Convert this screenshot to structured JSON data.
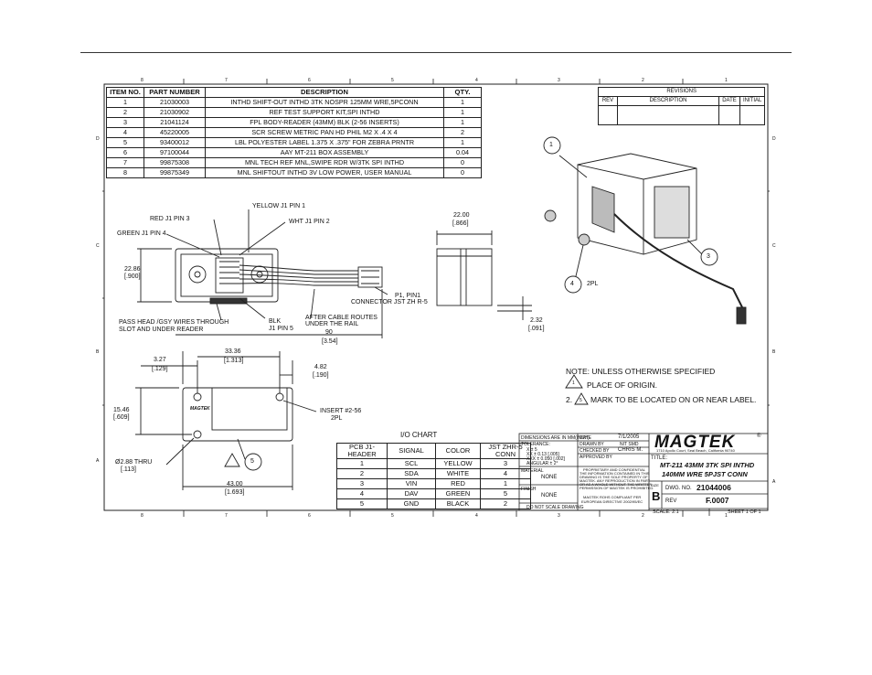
{
  "zones": {
    "cols": [
      "8",
      "7",
      "6",
      "5",
      "4",
      "3",
      "2",
      "1"
    ],
    "rows": [
      "D",
      "C",
      "B",
      "A"
    ]
  },
  "bom": {
    "headers": [
      "ITEM NO.",
      "PART NUMBER",
      "DESCRIPTION",
      "QTY."
    ],
    "rows": [
      [
        "1",
        "21030003",
        "INTHD SHIFT-OUT INTHD 3TK NOSPR 125MM WRE,5PCONN",
        "1"
      ],
      [
        "2",
        "21030902",
        "REF TEST SUPPORT KIT,SPI INTHD",
        "1"
      ],
      [
        "3",
        "21041124",
        "FPL BODY-READER (43MM) BLK (2-56 INSERTS)",
        "1"
      ],
      [
        "4",
        "45220005",
        "SCR SCREW METRIC PAN HD PHIL M2 X .4 X 4",
        "2"
      ],
      [
        "5",
        "93400012",
        "LBL POLYESTER LABEL 1.375 X .375\" FOR ZEBRA PRNTR",
        "1"
      ],
      [
        "6",
        "97100044",
        "AAY MT-211 BOX ASSEMBLY",
        "0.04"
      ],
      [
        "7",
        "99875308",
        "MNL TECH REF MNL,SWIPE RDR W/3TK SPI INTHD",
        "0"
      ],
      [
        "8",
        "99875349",
        "MNL SHIFTOUT INTHD 3V LOW POWER, USER MANUAL",
        "0"
      ]
    ]
  },
  "revisions": {
    "title": "REVISIONS",
    "headers": [
      "REV",
      "DESCRIPTION",
      "DATE",
      "INITIAL"
    ]
  },
  "top_view": {
    "yellow": "YELLOW J1 PIN 1",
    "red": "RED J1 PIN 3",
    "white": "WHT J1 PIN 2",
    "green": "GREEN J1 PIN 4",
    "height_mm": "22.86",
    "height_in": "[.900]",
    "p1": "P1, PIN1",
    "connector": "CONNECTOR JST ZH R-5",
    "pass_head_1": "PASS HEAD /GSY WIRES THROUGH",
    "pass_head_2": "SLOT AND UNDER READER",
    "blk_1": "BLK",
    "blk_2": "J1 PIN 5",
    "after_1": "AFTER CABLE ROUTES",
    "after_2": "UNDER THE RAIL",
    "len_mm": "90",
    "len_in": "[3.54]"
  },
  "side_view": {
    "w_mm": "22.00",
    "w_in": "[.866]",
    "d_mm": "2.32",
    "d_in": "[.091]"
  },
  "bottom_view": {
    "d1_mm": "33.36",
    "d1_in": "[1.313]",
    "d2_mm": "3.27",
    "d2_in": "[.129]",
    "d3_mm": "4.82",
    "d3_in": "[.190]",
    "d4_mm": "15.46",
    "d4_in": "[.609]",
    "insert_1": "INSERT #2-56",
    "insert_2": "2PL",
    "hole_1": "Ø2.88 THRU",
    "hole_2": "[.113]",
    "width_mm": "43.00",
    "width_in": "[1.693]",
    "brand": "MAGTEK",
    "balloon_5": "5"
  },
  "iso_view": {
    "balloon_1": "1",
    "balloon_3": "3",
    "balloon_4": "4",
    "qty_4": "2PL"
  },
  "notes": {
    "title": "NOTE: UNLESS OTHERWISE SPECIFIED",
    "n1_num": "1",
    "n1": "PLACE OF ORIGIN.",
    "n2_num": "2.",
    "n2_tri": "5",
    "n2": "MARK TO BE LOCATED ON OR NEAR LABEL."
  },
  "io_chart": {
    "title": "I/O CHART",
    "headers": [
      [
        "PCB J1-",
        "HEADER"
      ],
      [
        "SIGNAL"
      ],
      [
        "COLOR"
      ],
      [
        "JST ZHR-5",
        "CONN"
      ]
    ],
    "rows": [
      [
        "1",
        "SCL",
        "YELLOW",
        "3"
      ],
      [
        "2",
        "SDA",
        "WHITE",
        "4"
      ],
      [
        "3",
        "VIN",
        "RED",
        "1"
      ],
      [
        "4",
        "DAV",
        "GREEN",
        "5"
      ],
      [
        "5",
        "GND",
        "BLACK",
        "2"
      ]
    ]
  },
  "title_block": {
    "dims_label": "DIMENSIONS ARE IN MM(INCH).",
    "tolerance": "TOLERANCE:",
    "tol_x": "X    ± 5",
    "tol_xx": "XX   ± 0.13 [.005]",
    "tol_xxx": "XXX  ± 0.050 [.002]",
    "tol_ang": "ANGULAR  ± 2°",
    "material": "MATERIAL",
    "material_val": "NONE",
    "finish": "FINISH",
    "finish_val": "NONE",
    "dnsd": "DO NOT SCALE DRAWING",
    "date_label": "DATE",
    "date_val": "7/1/2005",
    "drawn_label": "DRAWN BY",
    "drawn_val": "NIT SMD",
    "checked_label": "CHECKED BY",
    "checked_val": "CHRIS M.",
    "approved_label": "APPROVED BY",
    "proprietary": "PROPRIETARY AND CONFIDENTIAL",
    "prop_text_1": "THE INFORMATION CONTAINED IN THIS",
    "prop_text_2": "DRAWING IS THE SOLE PROPERTY OF",
    "prop_text_3": "MAGTEK. ANY REPRODUCTION IN PART",
    "prop_text_4": "OR AS A WHOLE WITHOUT THE WRITTEN",
    "prop_text_5": "PERMISSION OF MAGTEK IS PROHIBITED.",
    "rohs_1": "MAGTEK ROHS COMPLIANT PER",
    "rohs_2": "EUROPEAN DIRECTIVE 2002/95/EC",
    "company": "MAGTEK",
    "reg": "®",
    "address": "1710 Apollo Court, Seal Beach, California 90740",
    "title_label": "TITLE:",
    "title_1": "MT-211 43MM 3TK SPI INTHD",
    "title_2": "140MM WRE 5PJST CONN",
    "size_label": "SIZE",
    "size_val": "B",
    "dwg_label": "DWG. NO.",
    "dwg_val": "21044006",
    "rev_label": "REV",
    "rev_val": "F.0007",
    "scale": "SCALE: 2:1",
    "sheet": "SHEET 1 OF 1"
  }
}
